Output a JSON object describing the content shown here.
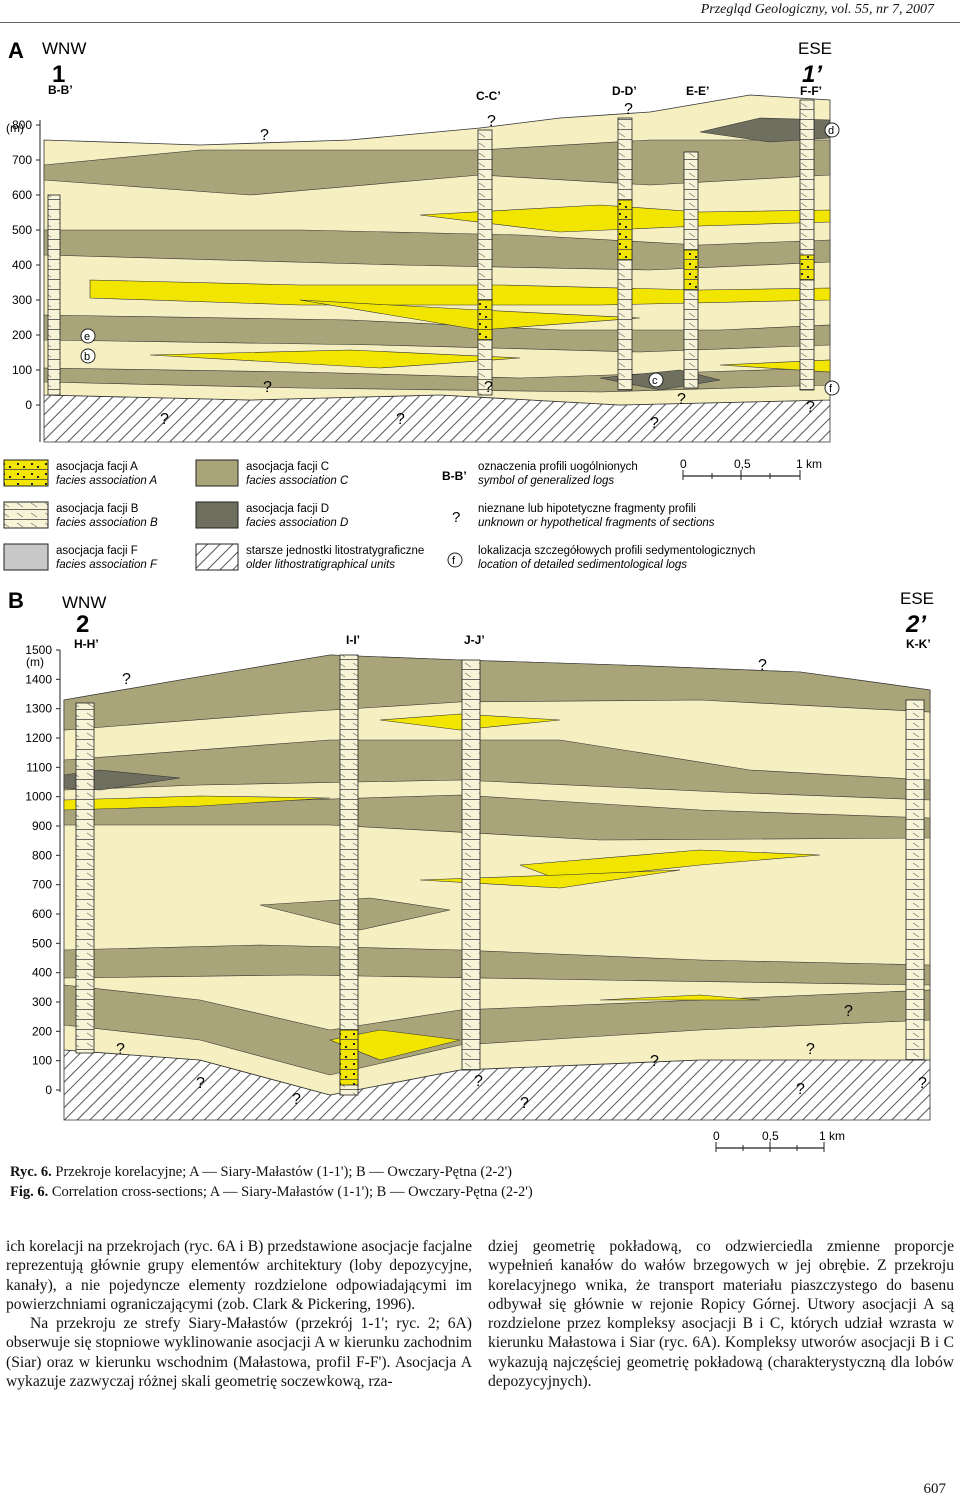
{
  "header": {
    "journal": "Przegląd Geologiczny, vol. 55, nr 7, 2007"
  },
  "panel_a": {
    "letter": "A",
    "west_dir": "WNW",
    "west_num": "1",
    "east_dir": "ESE",
    "east_num": "1’",
    "y_unit": "(m)",
    "y_ticks": [
      "800",
      "700",
      "600",
      "500",
      "400",
      "300",
      "200",
      "100",
      "0"
    ],
    "logs": [
      "B-B’",
      "C-C’",
      "D-D’",
      "E-E’",
      "F-F’"
    ],
    "detail_letters": [
      "b",
      "c",
      "d",
      "e",
      "f"
    ],
    "unknown": "?"
  },
  "legend": {
    "a_pl": "asocjacja facji A",
    "a_en": "facies association A",
    "b_pl": "asocjacja facji B",
    "b_en": "facies association B",
    "f_pl": "asocjacja facji F",
    "f_en": "facies association F",
    "c_pl": "asocjacja facji C",
    "c_en": "facies association C",
    "d_pl": "asocjacja facji D",
    "d_en": "facies association D",
    "old_pl": "starsze jednostki litostratygraficzne",
    "old_en": "older lithostratigraphical units",
    "sym_label": "B-B’",
    "sym_pl": "oznaczenia profili uogólnionych",
    "sym_en": "symbol of generalized logs",
    "q_label": "?",
    "q_pl": "nieznane lub hipotetyczne fragmenty profili",
    "q_en": "unknown or hypothetical fragments of sections",
    "f_label": "f",
    "loc_pl": "lokalizacja szczegółowych profili sedymentologicznych",
    "loc_en": "location of detailed sedimentological logs",
    "scale": [
      "0",
      "0,5",
      "1 km"
    ]
  },
  "panel_b": {
    "letter": "B",
    "west_dir": "WNW",
    "west_num": "2",
    "east_dir": "ESE",
    "east_num": "2’",
    "y_unit": "(m)",
    "y_ticks": [
      "1500",
      "1400",
      "1300",
      "1200",
      "1100",
      "1000",
      "900",
      "800",
      "700",
      "600",
      "500",
      "400",
      "300",
      "200",
      "100",
      "0"
    ],
    "logs": [
      "H-H’",
      "I-I’",
      "J-J’",
      "K-K’"
    ],
    "scale": [
      "0",
      "0,5",
      "1 km"
    ]
  },
  "colors": {
    "facies_a": "#f2e600",
    "facies_b": "#f5efc2",
    "facies_c": "#a9a47a",
    "facies_d": "#6f6f60",
    "facies_f": "#c8c8c8"
  },
  "caption": {
    "pl_ref": "Ryc. 6.",
    "pl_text": "Przekroje korelacyjne; A — Siary-Małastów (1-1'); B — Owczary-Pętna (2-2')",
    "en_ref": "Fig. 6.",
    "en_text": "Correlation cross-sections; A — Siary-Małastów (1-1'); B — Owczary-Pętna (2-2')"
  },
  "body": {
    "left_p1": "ich korelacji na przekrojach (ryc. 6A i B) przedstawione asocjacje facjalne reprezentują głównie grupy elementów architektury (loby depozycyjne, kanały), a nie pojedyncze elementy rozdzielone odpowiadającymi im powierzchniami ograniczającymi (zob. Clark & Pickering, 1996).",
    "left_p2": "Na przekroju ze strefy Siary-Małastów (przekrój 1-1'; ryc. 2; 6A) obserwuje się stopniowe wyklinowanie asocjacji A w kierunku zachodnim (Siar) oraz w kierunku wschodnim (Małastowa, profil F-F'). Asocjacja A wykazuje zazwyczaj różnej skali geometrię soczewkową, rza-",
    "right_p1": "dziej geometrię pokładową, co odzwierciedla zmienne proporcje wypełnień kanałów do wałów brzegowych w jej obrębie. Z przekroju korelacyjnego wnika, że transport materiału piaszczystego do basenu odbywał się głównie w rejonie Ropicy Górnej. Utwory asocjacji A są rozdzielone przez kompleksy asocjacji B i C, których udział wzrasta w kierunku Małastowa i Siar (ryc. 6A). Kompleksy utworów asocjacji B i C wykazują najczęściej geometrię pokładową (charakterystyczną dla lobów depozycyjnych)."
  },
  "page_number": "607"
}
